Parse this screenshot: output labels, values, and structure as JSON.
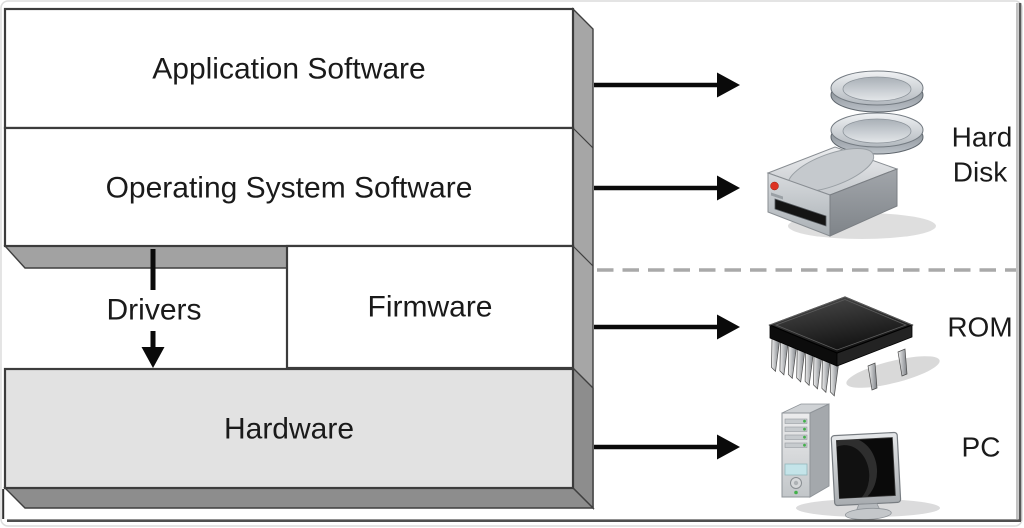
{
  "stack": {
    "application": "Application Software",
    "os": "Operating System Software",
    "drivers": "Drivers",
    "firmware": "Firmware",
    "hardware": "Hardware"
  },
  "targets": {
    "hard_disk_line1": "Hard",
    "hard_disk_line2": "Disk",
    "rom": "ROM",
    "pc": "PC"
  },
  "icons": {
    "hard_disk": "hard-disk-icon",
    "rom": "rom-chip-icon",
    "pc": "pc-tower-monitor-icon"
  },
  "arrows": [
    {
      "from": "Application Software",
      "to": "Hard Disk"
    },
    {
      "from": "Operating System Software",
      "to": "Hard Disk"
    },
    {
      "from": "Firmware",
      "to": "ROM"
    },
    {
      "from": "Hardware",
      "to": "PC"
    },
    {
      "from": "Operating System Software",
      "to": "Hardware",
      "via": "Drivers"
    }
  ],
  "colors": {
    "background": "#ffffff",
    "box_fill": "#ffffff",
    "hardware_fill": "#e2e2e2",
    "box_border": "#3c3c3c",
    "side_face": "#a6a6a6",
    "side_face_dark": "#8d8d8d",
    "bottom_face": "#a2a2a2",
    "arrow": "#0a0a0a",
    "dashed_divider": "#a9a9a9",
    "text": "#1a1a1a"
  }
}
